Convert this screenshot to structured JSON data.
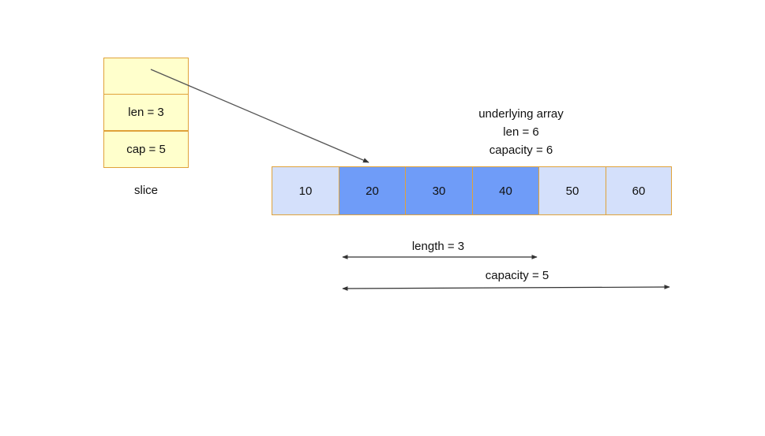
{
  "slice": {
    "len_label": "len = 3",
    "cap_label": "cap = 5",
    "caption": "slice"
  },
  "underlying_array": {
    "caption_line1": "underlying array",
    "caption_line2": "len = 6",
    "caption_line3": "capacity = 6",
    "cells": [
      {
        "value": "10",
        "in_slice": false
      },
      {
        "value": "20",
        "in_slice": true
      },
      {
        "value": "30",
        "in_slice": true
      },
      {
        "value": "40",
        "in_slice": true
      },
      {
        "value": "50",
        "in_slice": false
      },
      {
        "value": "60",
        "in_slice": false
      }
    ]
  },
  "arrows": {
    "length_label": "length = 3",
    "capacity_label": "capacity = 5"
  },
  "colors": {
    "slice_fill": "#ffffcc",
    "border": "#e0a23a",
    "cell_outside": "#d4e0fb",
    "cell_inside": "#6f9cf8",
    "arrow": "#555555"
  }
}
